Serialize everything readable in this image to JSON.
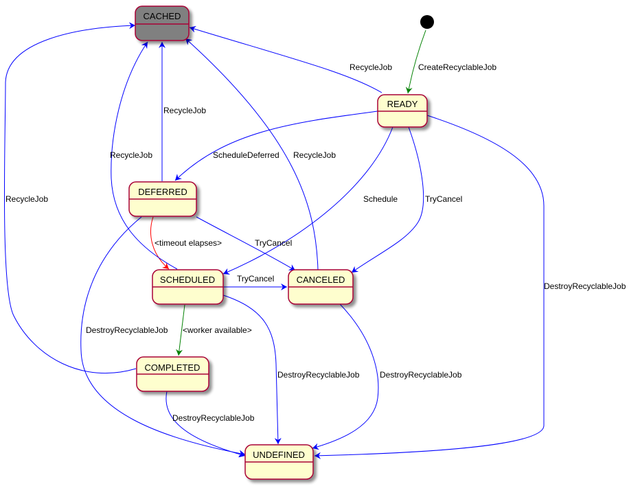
{
  "colors": {
    "state_fill": "#fefece",
    "state_border": "#a80036",
    "cached_fill": "#808080",
    "edge_blue": "#0000ff",
    "edge_green": "#008000",
    "edge_red": "#ff0000",
    "initial_dot": "#000000"
  },
  "states": {
    "cached": "CACHED",
    "ready": "READY",
    "deferred": "DEFERRED",
    "scheduled": "SCHEDULED",
    "canceled": "CANCELED",
    "completed": "COMPLETED",
    "undefined": "UNDEFINED"
  },
  "transitions": {
    "initial_to_ready": "CreateRecyclableJob",
    "ready_to_cached": "RecycleJob",
    "ready_to_deferred": "ScheduleDeferred",
    "ready_to_scheduled": "Schedule",
    "ready_to_canceled": "TryCancel",
    "ready_to_undefined": "DestroyRecyclableJob",
    "deferred_to_cached": "RecycleJob",
    "deferred_to_scheduled": "<timeout elapses>",
    "deferred_to_canceled": "TryCancel",
    "deferred_to_undefined": "DestroyRecyclableJob",
    "scheduled_to_cached": "RecycleJob",
    "scheduled_to_canceled": "TryCancel",
    "scheduled_to_completed": "<worker available>",
    "scheduled_to_undefined": "DestroyRecyclableJob",
    "canceled_to_cached": "RecycleJob",
    "canceled_to_undefined": "DestroyRecyclableJob",
    "completed_to_cached": "RecycleJob",
    "completed_to_undefined": "DestroyRecyclableJob"
  }
}
